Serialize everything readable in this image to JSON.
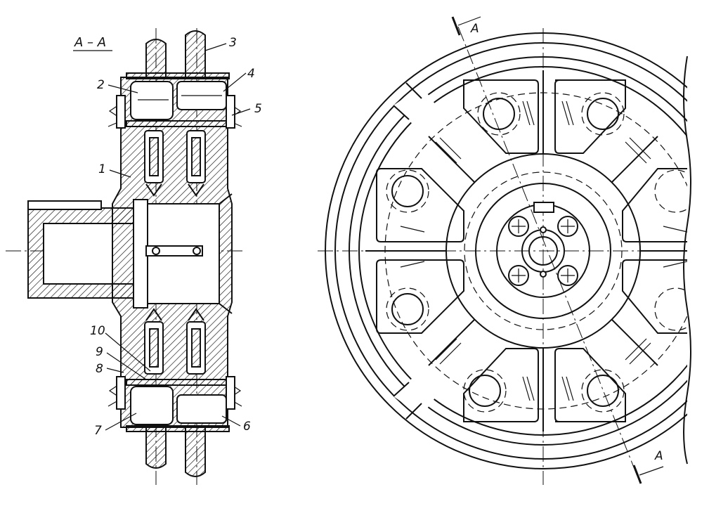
{
  "section_title": "A – A",
  "section_marker": "A",
  "callouts": {
    "c1": "1",
    "c2": "2",
    "c3": "3",
    "c4": "4",
    "c5": "5",
    "c6": "6",
    "c7": "7",
    "c8": "8",
    "c9": "9",
    "c10": "10"
  }
}
